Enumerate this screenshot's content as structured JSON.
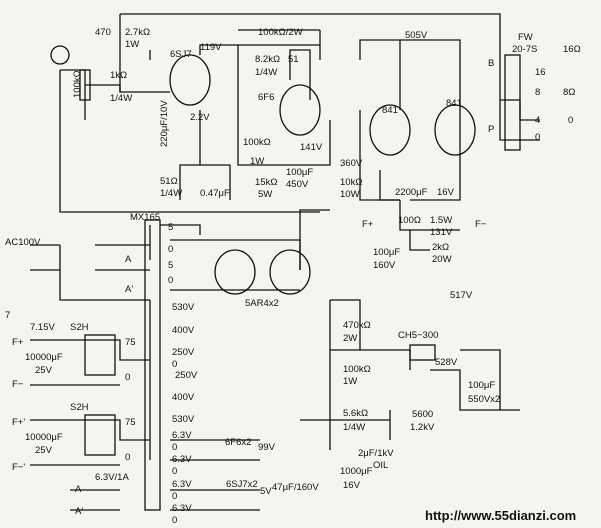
{
  "labels": {
    "top_470": "470",
    "r_2k7": "2.7kΩ",
    "r_2k7_w": "1W",
    "tube_6sj7": "6SJ7",
    "v_119": "119V",
    "r_100k_2w": "100kΩ/2W",
    "r_8k2": "8.2kΩ",
    "r_8k2_w": "1/4W",
    "c_51": "51",
    "tube_6f6": "6F6",
    "v_505": "505V",
    "xfmr_fw": "FW",
    "xfmr_model": "20-7S",
    "tap_16": "16Ω",
    "tap_16_n": "16",
    "tap_8": "8Ω",
    "tap_8_n": "8",
    "tap_4": "4",
    "tap_0": "0",
    "tap_0b": "0",
    "pin_b": "B",
    "pin_p": "P",
    "r_1k": "1kΩ",
    "r_1k_w": "1/4W",
    "pot_100k": "100kΩ",
    "v_2_2": "2.2V",
    "c_220u": "220μF/10V",
    "tube_841a": "841",
    "tube_841b": "841",
    "r_51": "51Ω",
    "r_51_w": "1/4W",
    "c_047": "0.47μF",
    "r_100k_1w": "100kΩ",
    "r_100k_1w_w": "1W",
    "v_141": "141V",
    "c_100u_450": "100μF",
    "c_100u_450_v": "450V",
    "v_360": "360V",
    "r_15k": "15kΩ",
    "r_15k_w": "5W",
    "r_10k": "10kΩ",
    "r_10k_w": "10W",
    "c_2200u": "2200μF",
    "c_2200u_v": "16V",
    "f_plus": "F+",
    "f_minus": "F−",
    "r_100": "100Ω",
    "r_100_w": "1.5W",
    "v_131": "131V",
    "c_100u_160": "100μF",
    "c_100u_160_v": "160V",
    "r_2k": "2kΩ",
    "r_2k_w": "20W",
    "mx165": "MX165",
    "ac100v": "AC100V",
    "n5": "5",
    "n0a": "0",
    "n5b": "5",
    "n0b": "0",
    "a": "A",
    "a_prime": "A'",
    "tube_5ar4": "5AR4x2",
    "v_517": "517V",
    "n530a": "530V",
    "n400a": "400V",
    "n250a": "250V",
    "n0c": "0",
    "n250b": "250V",
    "n400b": "400V",
    "n530b": "530V",
    "r_470k": "470kΩ",
    "r_470k_w": "2W",
    "r_100k_b": "100kΩ",
    "r_100k_b_w": "1W",
    "r_5k6": "5.6kΩ",
    "r_5k6_w": "1/4W",
    "ch5_300": "CH5−300",
    "v_528": "528V",
    "c_5600": "5600",
    "c_5600_v": "1.2kV",
    "c_100u_550": "100μF",
    "c_100u_550_v": "550Vx2",
    "v_715": "7.15V",
    "s2h_a": "S2H",
    "s2h_b": "S2H",
    "f_plus_b": "F+",
    "f_minus_b": "F−",
    "f_plus_c": "F+'",
    "f_minus_c": "F−'",
    "c_10000u_a": "10000μF",
    "c_10000u_a_v": "25V",
    "c_10000u_b": "10000μF",
    "c_10000u_b_v": "25V",
    "t75a": "75",
    "t0a": "0",
    "t75b": "75",
    "t0b": "0",
    "v_6_3a": "6.3V",
    "n0d": "0",
    "v_6_3b": "6.3V",
    "n0e": "0",
    "heater_6f6": "6F6x2",
    "v_99": "99V",
    "c_2u": "2μF/1kV",
    "c_2u_oil": "OIL",
    "c_1000u": "1000μF",
    "c_1000u_v": "16V",
    "heater_6sj7": "6SJ7x2",
    "v_5": "5V",
    "c_47u": "47μF/160V",
    "v_6_3_1a": "6.3V/1A",
    "a_out": "A",
    "a_out_prime": "A'",
    "v_6_3c": "6.3V",
    "n0f": "0",
    "v_6_3d": "6.3V",
    "n0g": "0",
    "side_7": "7",
    "watermark": "http://www.55dianzi.com"
  }
}
